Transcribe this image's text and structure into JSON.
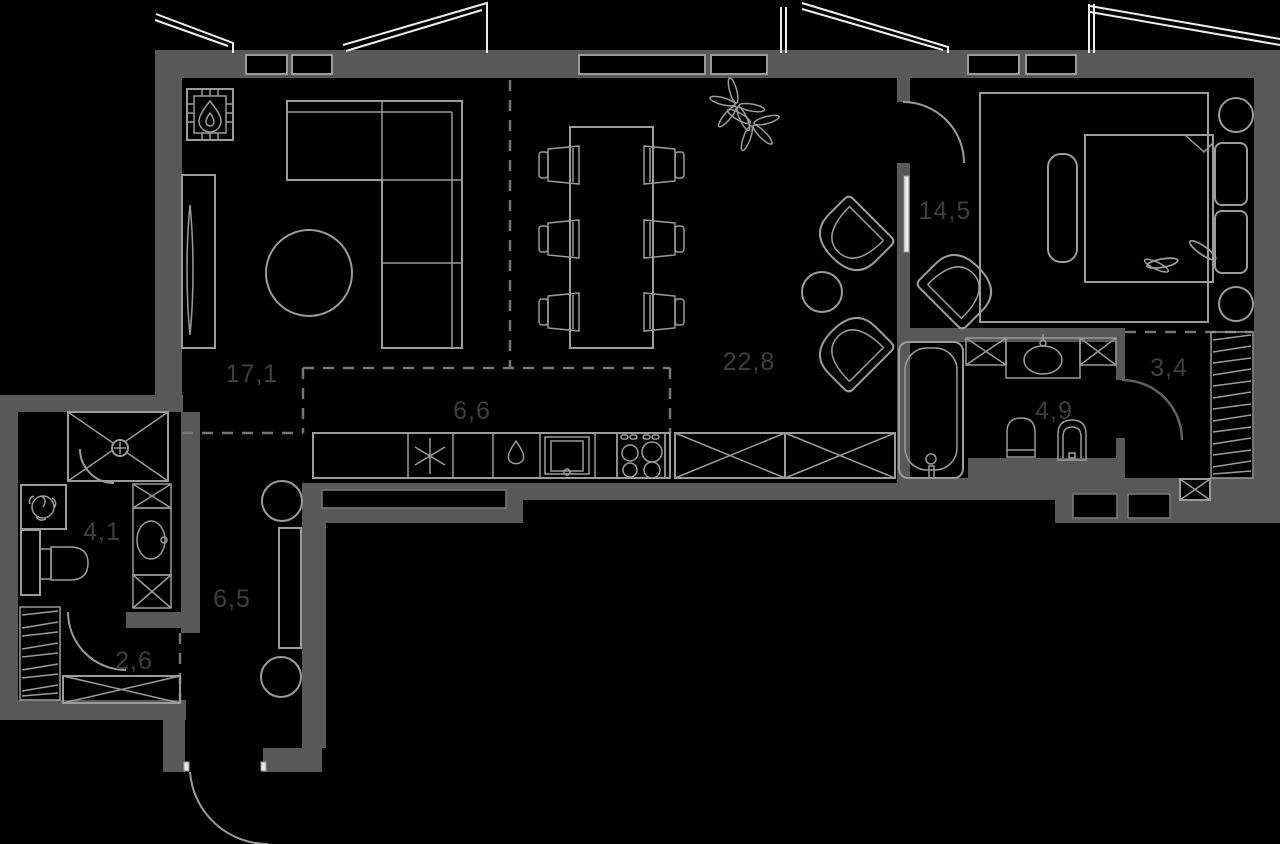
{
  "plan": {
    "title": "apartment-floor-plan",
    "rooms": [
      {
        "name": "living-room",
        "area_label": "17,1"
      },
      {
        "name": "kitchen",
        "area_label": "6,6"
      },
      {
        "name": "living-dining",
        "area_label": "22,8"
      },
      {
        "name": "bedroom",
        "area_label": "14,5"
      },
      {
        "name": "wardrobe",
        "area_label": "3,4"
      },
      {
        "name": "bathroom",
        "area_label": "4,9"
      },
      {
        "name": "shower-room",
        "area_label": "4,1"
      },
      {
        "name": "entry-hall",
        "area_label": "2,6"
      },
      {
        "name": "corridor",
        "area_label": "6,5"
      }
    ],
    "icons": [
      "fireplace-icon",
      "dishwasher-asterisk-icon",
      "sink-drop-icon",
      "oven-icon",
      "hob-icon",
      "plant-icon",
      "shower-icon",
      "washing-machine-icon",
      "bathtub-icon",
      "toilet-icon",
      "bidet-icon",
      "basin-icon",
      "wardrobe-hatch-icon",
      "storage-x-icon"
    ],
    "colors": {
      "background": "#000000",
      "wall": "#585858",
      "furniture_line": "#9b9b9b",
      "window_sash": "#ededed",
      "zone_dash": "#757575",
      "label_text": "#3e3e3e"
    }
  }
}
